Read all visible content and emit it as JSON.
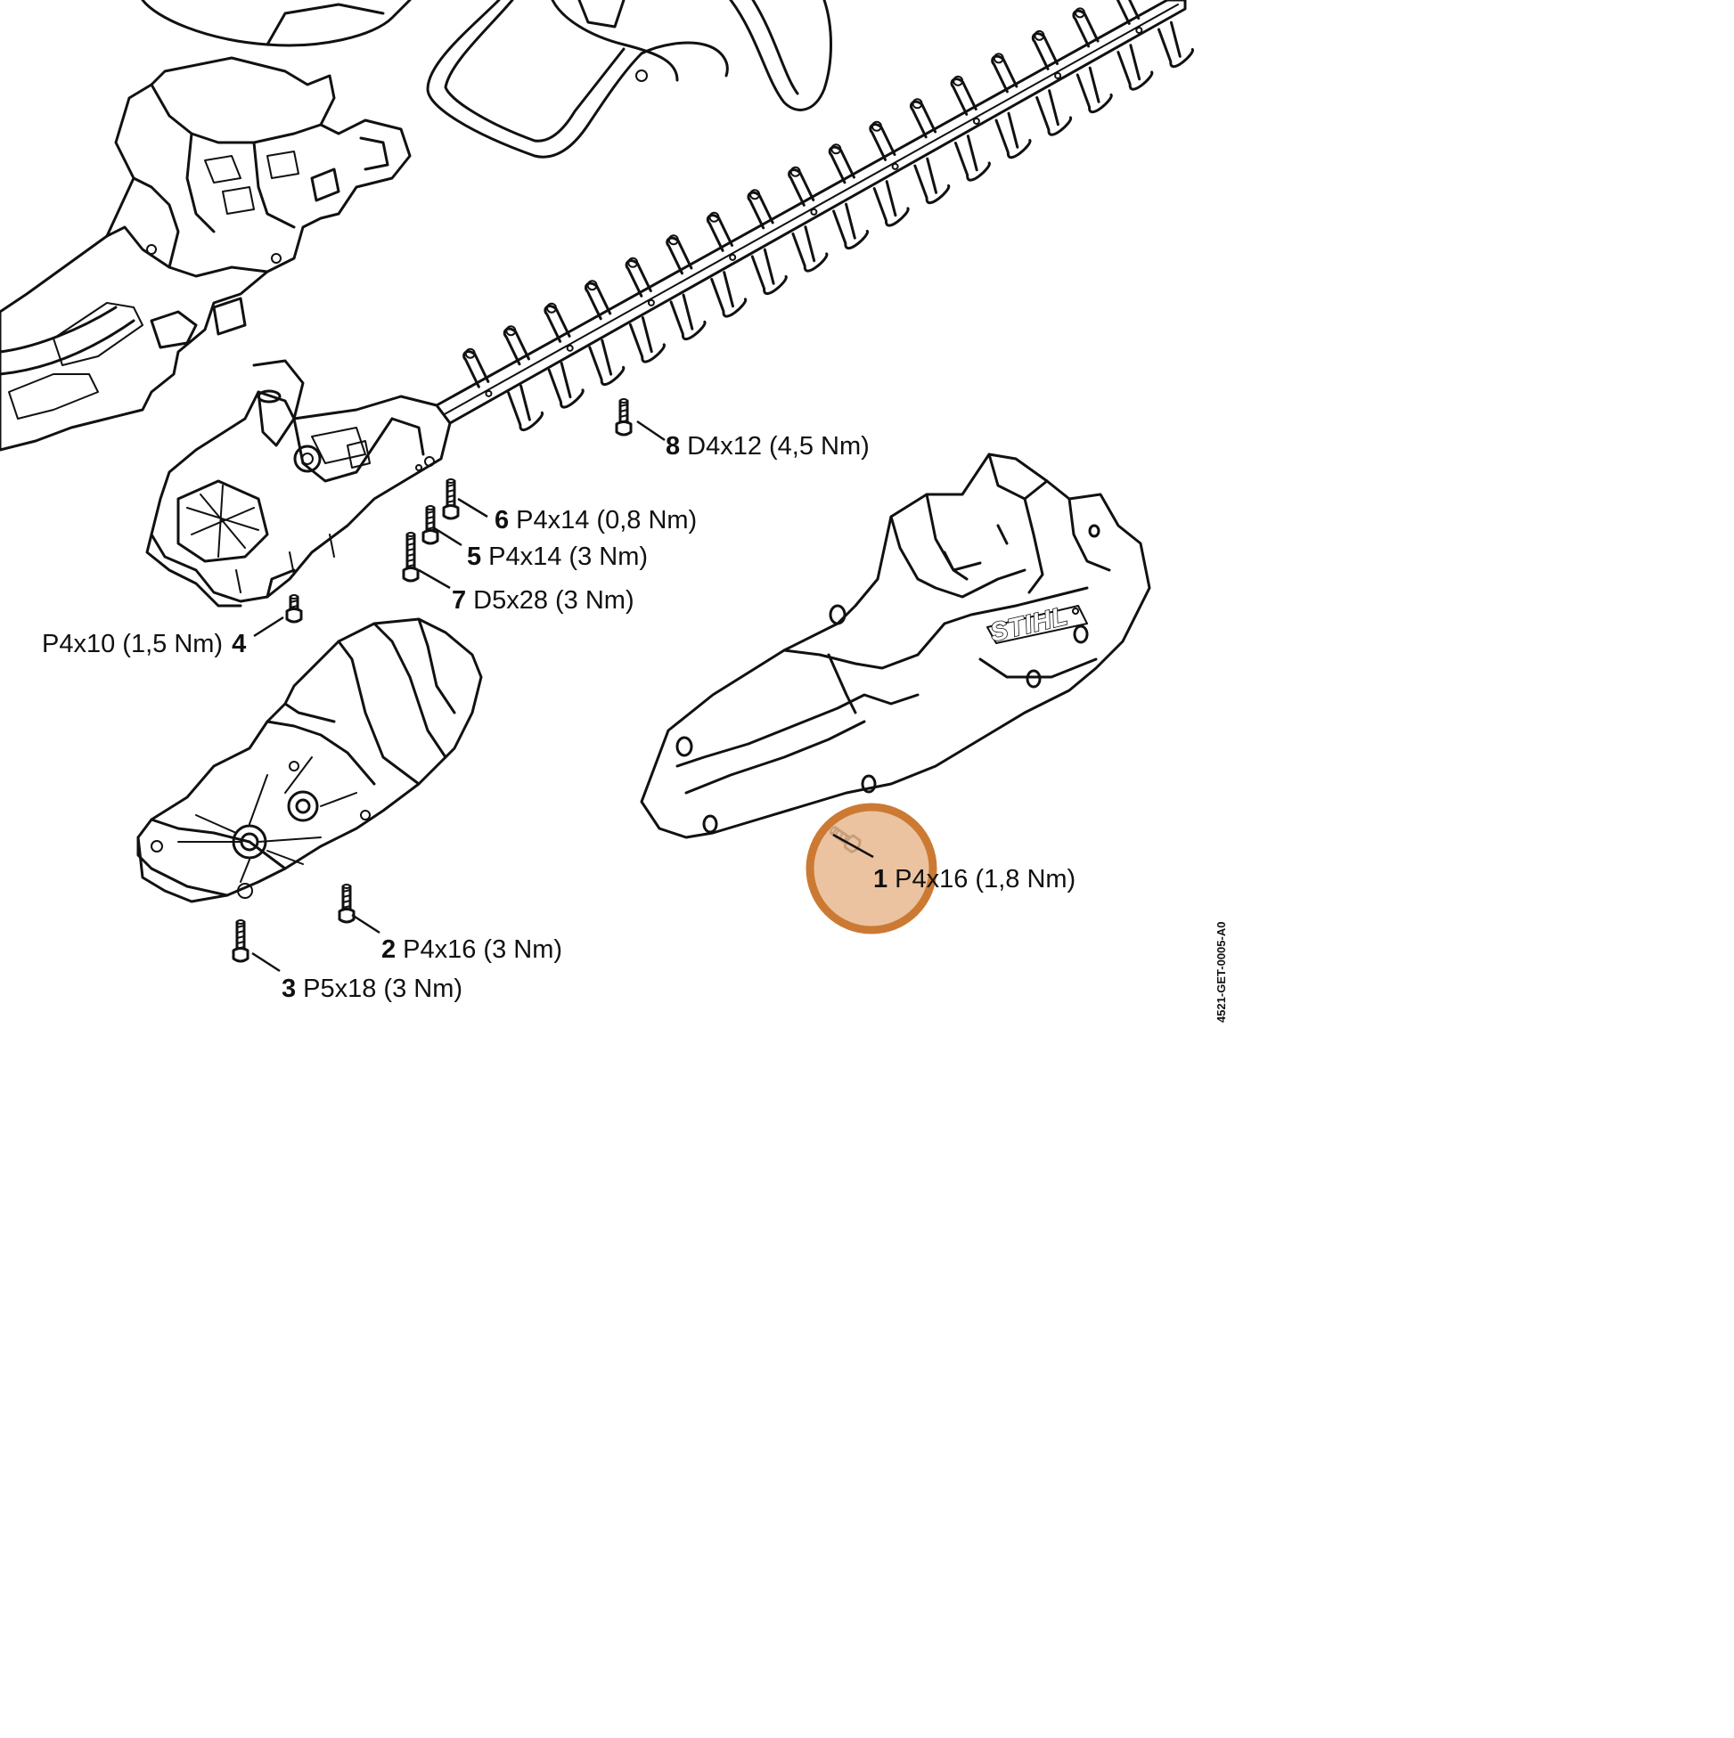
{
  "colors": {
    "ink": "#111111",
    "background": "#ffffff",
    "highlight_fill": "#e8b98f",
    "highlight_stroke": "#cc7a33"
  },
  "brand_mark": "STIHL",
  "document_id": "4521-GET-0005-A0",
  "callouts": [
    {
      "number": "1",
      "spec": "P4x16 (1,8 Nm)"
    },
    {
      "number": "2",
      "spec": "P4x16 (3 Nm)"
    },
    {
      "number": "3",
      "spec": "P5x18 (3 Nm)"
    },
    {
      "number": "4",
      "spec": "P4x10 (1,5 Nm)"
    },
    {
      "number": "5",
      "spec": "P4x14 (3 Nm)"
    },
    {
      "number": "6",
      "spec": "P4x14 (0,8 Nm)"
    },
    {
      "number": "7",
      "spec": "D5x28 (3 Nm)"
    },
    {
      "number": "8",
      "spec": "D4x12 (4,5 Nm)"
    }
  ],
  "highlighted_callout": "1"
}
